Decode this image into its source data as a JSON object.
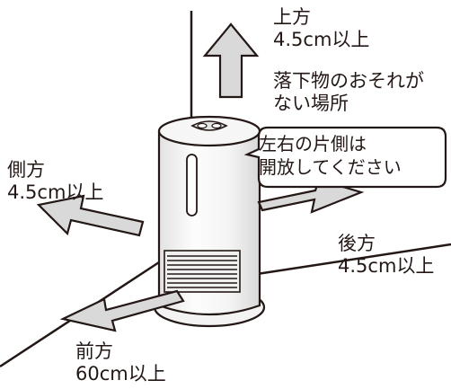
{
  "labels": {
    "top": {
      "line1": "上方",
      "line2": "4.5cm以上"
    },
    "top_note": {
      "line1": "落下物のおそれが",
      "line2": "ない場所"
    },
    "callout": {
      "line1": "左右の片側は",
      "line2": "開放してください"
    },
    "side": {
      "line1": "側方",
      "line2": "4.5cm以上"
    },
    "back": {
      "line1": "後方",
      "line2": "4.5cm以上"
    },
    "front": {
      "line1": "前方",
      "line2": "60cm以上"
    }
  },
  "colors": {
    "line": "#231815",
    "arrow_fill": "#d9d9d9",
    "heater_body": "#fbfbfb",
    "heater_shade": "#e8e8e8"
  }
}
